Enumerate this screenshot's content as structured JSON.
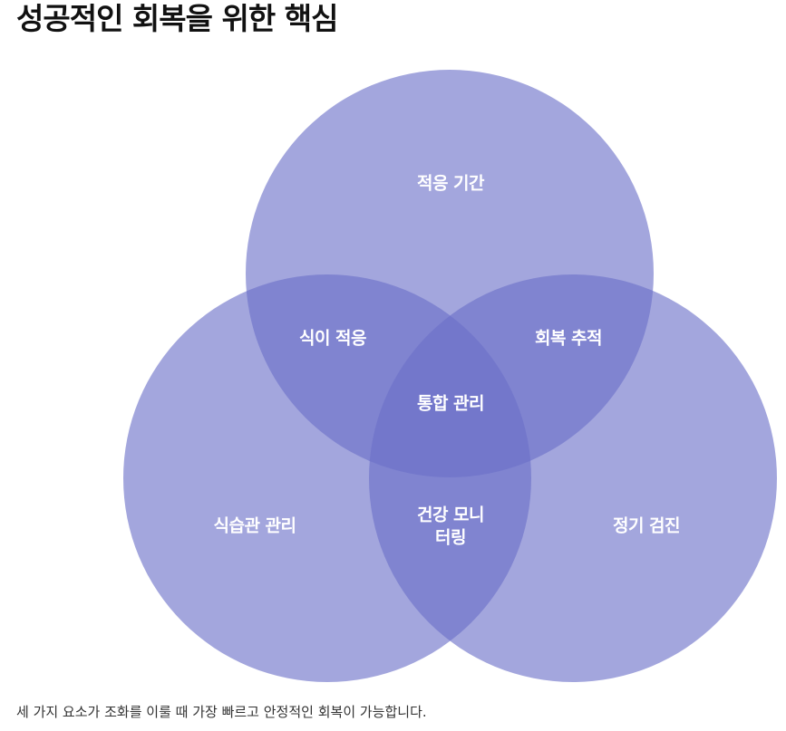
{
  "title": "성공적인 회복을 위한 핵심",
  "diagram": {
    "circle_color": "#6b6fc8",
    "circles": [
      {
        "id": "top",
        "label": "적응 기간"
      },
      {
        "id": "left",
        "label": "식습관 관리"
      },
      {
        "id": "right",
        "label": "정기 검진"
      }
    ],
    "intersections": {
      "top_left": "식이 적응",
      "top_right": "회복 추적",
      "left_right_line1": "건강 모니",
      "left_right_line2": "터링",
      "center": "통합 관리"
    }
  },
  "caption": "세 가지 요소가 조화를 이룰 때 가장 빠르고 안정적인 회복이 가능합니다."
}
